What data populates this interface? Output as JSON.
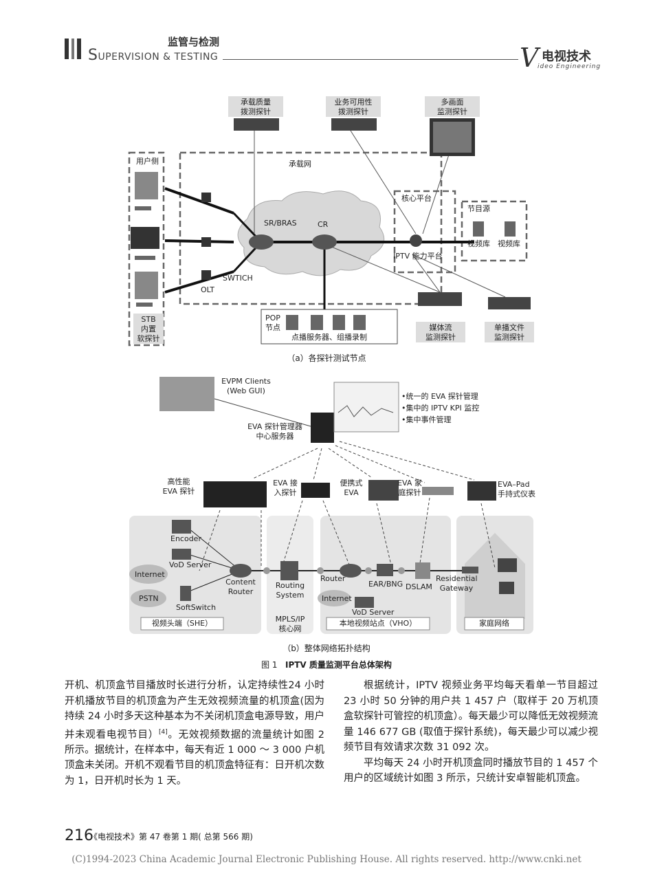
{
  "header": {
    "section_cn": "监管与检测",
    "section_en_initial": "S",
    "section_en_rest": "UPERVISION & TESTING",
    "logo_v": "V",
    "logo_cn": "电视技术",
    "logo_en": "ideo Engineering"
  },
  "fig_a": {
    "probe_quality": [
      "承载质量",
      "拨测探针"
    ],
    "probe_availability": [
      "业务可用性",
      "拨测探针"
    ],
    "probe_multiscreen": [
      "多画面",
      "监测探针"
    ],
    "user_side": "用户侧",
    "bearer_net": "承载网",
    "core_platform": "核心平台",
    "program_source": "节目源",
    "video_lib_1": "视频库",
    "video_lib_2": "视频库",
    "sr_bras": "SR/BRAS",
    "cr": "CR",
    "iptv_platform": "IPTV 能力平台",
    "switch": "SWTICH",
    "olt": "OLT",
    "stb_probe": [
      "STB",
      "内置",
      "软探针"
    ],
    "pop_node": [
      "POP",
      "节点"
    ],
    "vod_servers": "点播服务器、组播录制",
    "media_probe": [
      "媒体流",
      "监测探针"
    ],
    "unicast_probe": [
      "单播文件",
      "监测探针"
    ],
    "caption": "（a）各探针测试节点"
  },
  "fig_b": {
    "evpm_clients": [
      "EVPM Clients",
      "(Web GUI)"
    ],
    "bullets": [
      "•统一的 EVA 探针管理",
      "•集中的 IPTV KPI 监控",
      "•集中事件管理"
    ],
    "eva_server": [
      "EVA 探针管理器",
      "中心服务器"
    ],
    "hp_probe": [
      "高性能",
      "EVA 探针"
    ],
    "access_probe": [
      "EVA 接",
      "入探针"
    ],
    "portable": [
      "便携式",
      "EVA"
    ],
    "home_probe": [
      "EVA 家",
      "庭探针"
    ],
    "pad": [
      "EVA–Pad",
      "手持式仪表"
    ],
    "encoder": "Encoder",
    "vod_server_1": "VoD Server",
    "internet_1": "Internet",
    "pstn": "PSTN",
    "softswitch": "SoftSwitch",
    "content_router": [
      "Content",
      "Router"
    ],
    "routing_system": [
      "Routing",
      "System"
    ],
    "router": "Router",
    "ear_bng": "EAR/BNG",
    "dslam": "DSLAM",
    "residential_gw": [
      "Residential",
      "Gateway"
    ],
    "internet_2": "Internet",
    "vod_server_2": "VoD Server",
    "zone_she": "视频头端（SHE）",
    "zone_core": [
      "MPLS/IP",
      "核心网"
    ],
    "zone_vho": "本地视频站点（VHO）",
    "zone_home": "家庭网络",
    "caption": "（b）整体网络拓扑结构"
  },
  "figure_caption": {
    "number": "图 1",
    "title": "IPTV 质量监测平台总体架构"
  },
  "left_column": "开机、机顶盒节目播放时长进行分析，认定持续性24 小时开机播放节目的机顶盒为产生无效视频流量的机顶盒(因为持续 24 小时多天这种基本为不关闭机顶盒电源导致，用户并未观看电视节目）",
  "left_column_ref": "[4]",
  "left_column_rest": "。无效视频数据的流量统计如图 2 所示。据统计，在样本中，每天有近 1 000 ～ 3 000 户机顶盒未关闭。开机不观看节目的机顶盒特征有：日开机次数为 1，日开机时长为 1 天。",
  "right_column_p1": "根据统计，IPTV 视频业务平均每天看单一节目超过 23 小时 50 分钟的用户共 1 457 户（取样于 20 万机顶盒软探针可管控的机顶盒）。每天最少可以降低无效视频流量 146 677 GB (取值于探针系统)，每天最少可以减少视频节目有效请求次数 31 092 次。",
  "right_column_p2": "平均每天 24 小时开机顶盒同时播放节目的 1 457 个用户的区域统计如图 3 所示，只统计安卓智能机顶盒。",
  "footer": {
    "page_number": "216",
    "journal": "《电视技术》第 47 卷第 1 期( 总第 566 期)"
  },
  "copyright": "(C)1994-2023 China Academic Journal Electronic Publishing House. All rights reserved.    http://www.cnki.net"
}
